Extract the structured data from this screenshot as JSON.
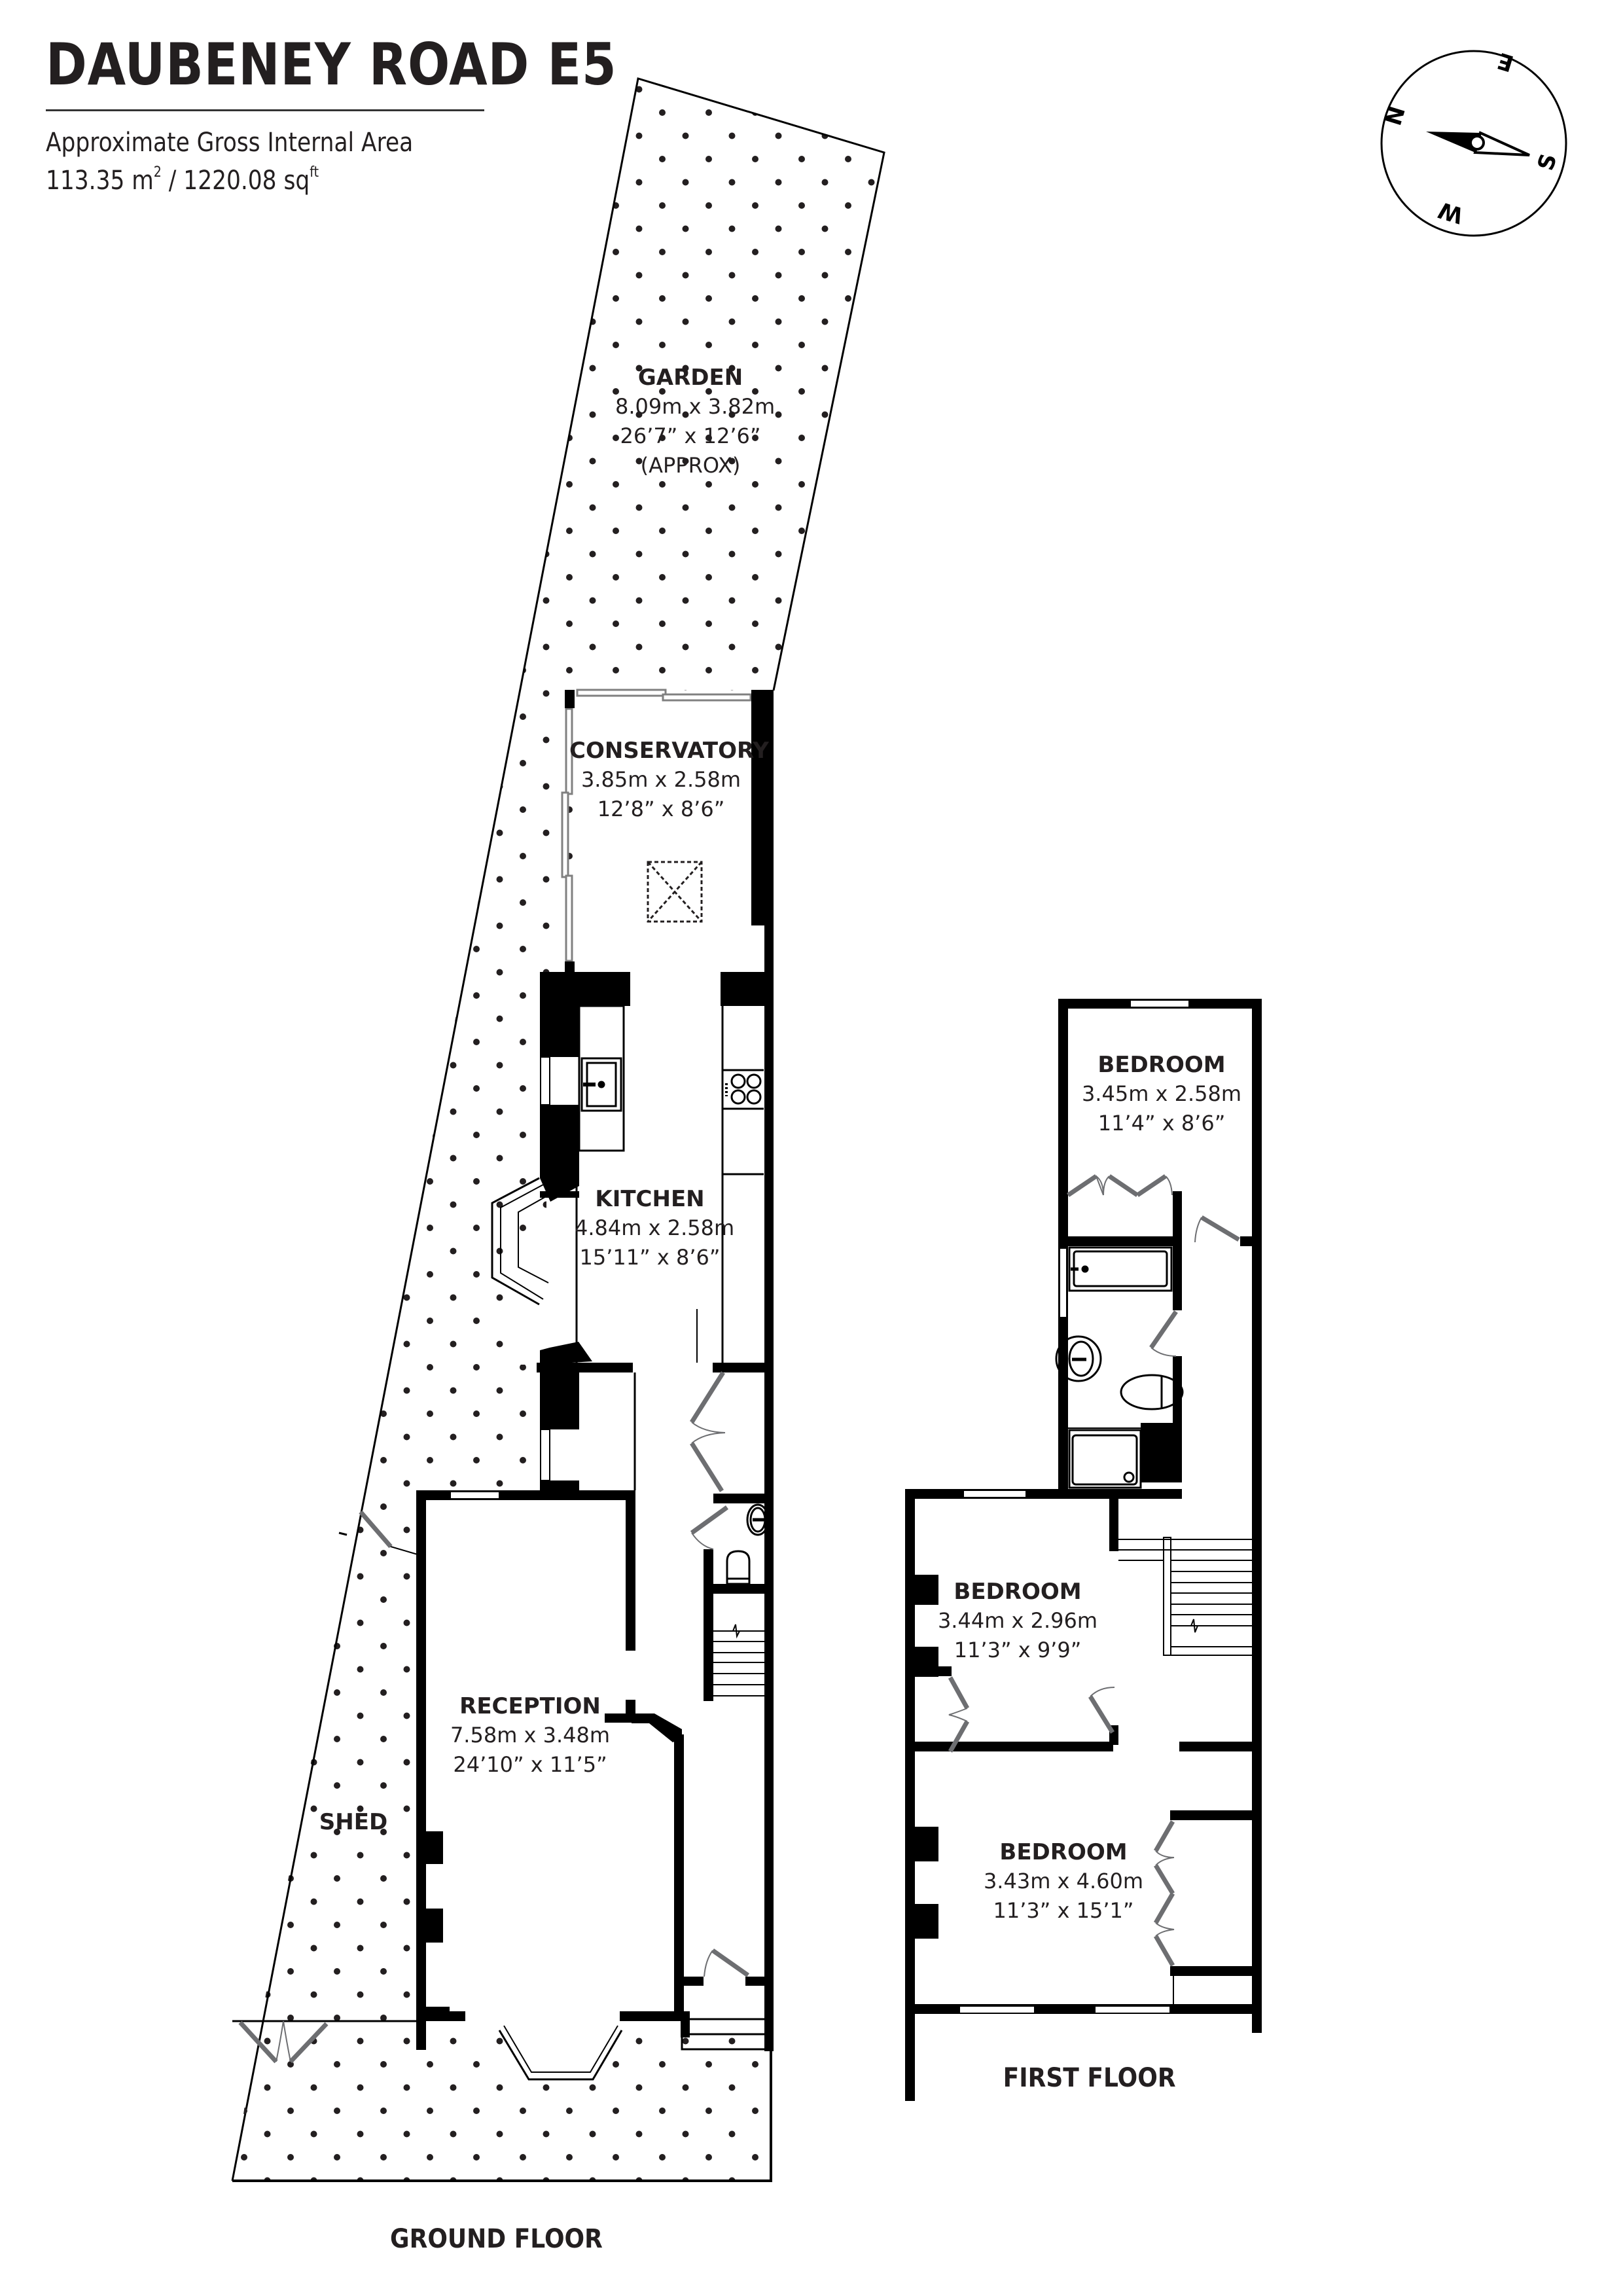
{
  "header": {
    "title": "DAUBENEY ROAD E5",
    "area_label": "Approximate Gross Internal Area",
    "area_metric_value": "113.35 m",
    "area_metric_unit_sup": "2",
    "area_separator": " / ",
    "area_imperial_value": "1220.08 sq",
    "area_imperial_unit_sup": "ft"
  },
  "compass": {
    "labels": {
      "north": "N",
      "east": "E",
      "south": "S",
      "west": "W"
    }
  },
  "floors": {
    "ground": {
      "label": "GROUND FLOOR",
      "rooms": {
        "garden": {
          "name": "GARDEN",
          "metric": "8.09m x 3.82m",
          "imperial": "26’7” x 12’6”",
          "note": "(APPROX)"
        },
        "conservatory": {
          "name": "CONSERVATORY",
          "metric": "3.85m x 2.58m",
          "imperial": "12’8” x 8’6”"
        },
        "kitchen": {
          "name": "KITCHEN",
          "metric": "4.84m x 2.58m",
          "imperial": "15’11” x 8’6”"
        },
        "reception": {
          "name": "RECEPTION",
          "metric": "7.58m x 3.48m",
          "imperial": "24’10” x 11’5”"
        },
        "shed": {
          "name": "SHED"
        }
      }
    },
    "first": {
      "label": "FIRST FLOOR",
      "rooms": {
        "bedroom_rear": {
          "name": "BEDROOM",
          "metric": "3.45m x 2.58m",
          "imperial": "11’4” x 8’6”"
        },
        "bedroom_middle": {
          "name": "BEDROOM",
          "metric": "3.44m x 2.96m",
          "imperial": "11’3” x 9’9”"
        },
        "bedroom_front": {
          "name": "BEDROOM",
          "metric": "3.43m x 4.60m",
          "imperial": "11’3” x 15’1”"
        }
      }
    }
  },
  "colors": {
    "wall": "#000000",
    "text": "#231f20",
    "door": "#6d6e71",
    "window": "#808080",
    "dots": "#231f20"
  }
}
